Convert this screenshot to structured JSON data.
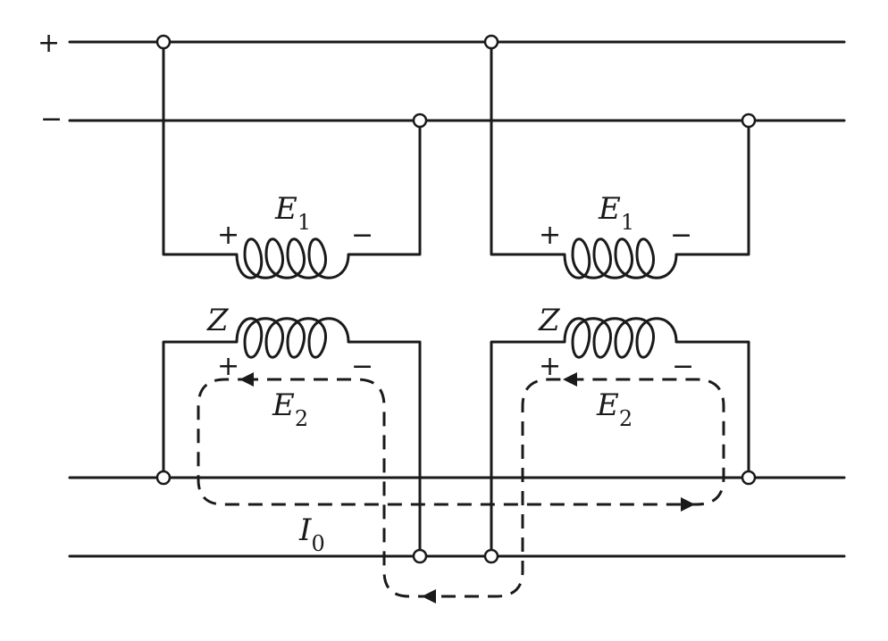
{
  "rails": {
    "positive_sign": "+",
    "negative_sign": "−"
  },
  "units": [
    {
      "primary": {
        "symbol": "E",
        "subscript": "1",
        "plus": "+",
        "minus": "−"
      },
      "secondary": {
        "impedance": "Z",
        "symbol": "E",
        "subscript": "2",
        "plus": "+",
        "minus": "−"
      }
    },
    {
      "primary": {
        "symbol": "E",
        "subscript": "1",
        "plus": "+",
        "minus": "−"
      },
      "secondary": {
        "impedance": "Z",
        "symbol": "E",
        "subscript": "2",
        "plus": "+",
        "minus": "−"
      }
    }
  ],
  "circulating_current": {
    "symbol": "I",
    "subscript": "0"
  },
  "colors": {
    "ink": "#1a1a1a",
    "background": "#ffffff"
  }
}
